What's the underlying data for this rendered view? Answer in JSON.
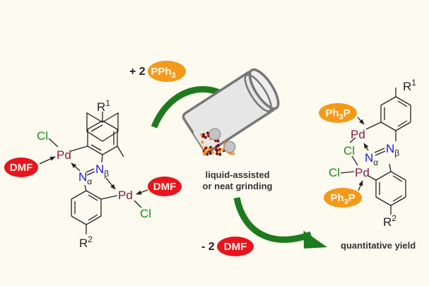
{
  "colors": {
    "background": "#fdfaf0",
    "palladium": "#8b1a3c",
    "chlorine": "#1e8a1e",
    "nitrogen": "#1a1aee",
    "dmf_pill": "#e8141e",
    "pph3_pill": "#f39a1a",
    "arrow": "#1e7a1e",
    "jar_outline": "#777777",
    "jar_fill": "#e6e6e6"
  },
  "reactant": {
    "pd": "Pd",
    "cl": "Cl",
    "n_alpha": "N",
    "n_alpha_sub": "α",
    "n_beta": "N",
    "n_beta_sub": "β",
    "r1": "R",
    "r1_sup": "1",
    "r2": "R",
    "r2_sup": "2",
    "dmf": "DMF"
  },
  "reagent": {
    "prefix": "+ 2",
    "pph3": "PPh",
    "pph3_sub": "3"
  },
  "byproduct": {
    "prefix": "- 2",
    "dmf": "DMF"
  },
  "conditions": {
    "line1": "liquid-assisted",
    "line2": "or neat grinding"
  },
  "product": {
    "pd": "Pd",
    "cl": "Cl",
    "n_alpha": "N",
    "n_alpha_sub": "α",
    "n_beta": "N",
    "n_beta_sub": "β",
    "r1": "R",
    "r1_sup": "1",
    "r2": "R",
    "r2_sup": "2",
    "ph3p": "Ph",
    "ph3p_sub": "3",
    "ph3p_end": "P"
  },
  "yield_label": "quantitative yield"
}
